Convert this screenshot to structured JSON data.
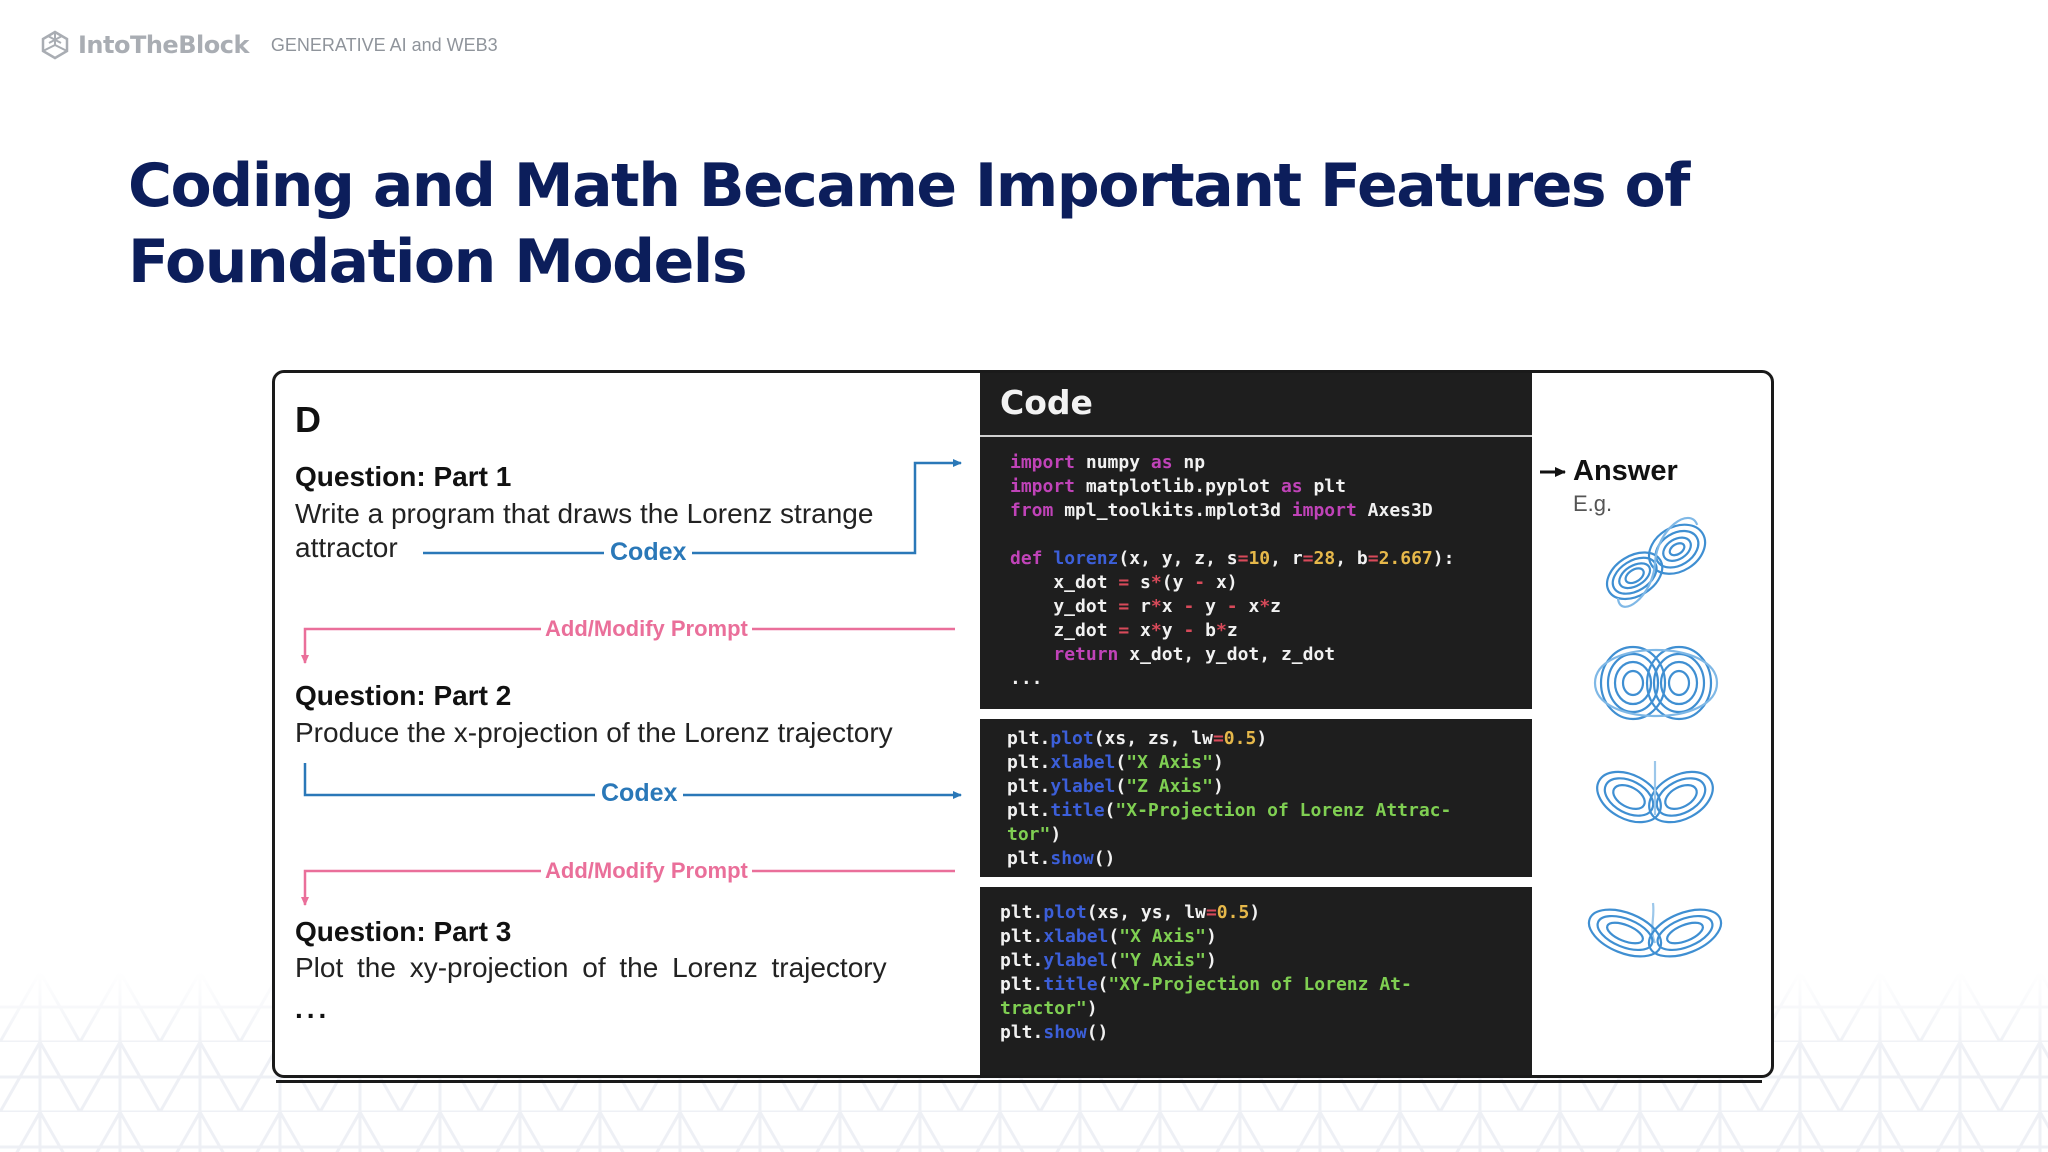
{
  "header": {
    "brand": "IntoTheBlock",
    "tagline": "GENERATIVE AI and WEB3",
    "logo_icon": "cube-hexagon-icon"
  },
  "slide": {
    "title": "Coding and Math Became Important Features of Foundation Models"
  },
  "figure": {
    "panel_label": "D",
    "questions": [
      {
        "heading": "Question: Part 1",
        "lines": [
          "Write a program that draws the Lorenz strange",
          "attractor"
        ]
      },
      {
        "heading": "Question: Part 2",
        "lines": [
          "Produce the x-projection of the Lorenz trajectory"
        ]
      },
      {
        "heading": "Question: Part 3",
        "lines": [
          "Plot the xy-projection of the Lorenz trajectory"
        ]
      }
    ],
    "ellipsis": "...",
    "codex_label": "Codex",
    "prompt_label": "Add/Modify Prompt",
    "code_header": "Code",
    "code_blocks": [
      [
        [
          [
            "import",
            "kw"
          ],
          [
            " numpy ",
            ""
          ],
          [
            "as",
            "kw"
          ],
          [
            " np",
            ""
          ]
        ],
        [
          [
            "import",
            "kw"
          ],
          [
            " matplotlib.pyplot ",
            ""
          ],
          [
            "as",
            "kw"
          ],
          [
            " plt",
            ""
          ]
        ],
        [
          [
            "from",
            "kw"
          ],
          [
            " mpl_toolkits.mplot3d ",
            ""
          ],
          [
            "import",
            "kw"
          ],
          [
            " Axes3D",
            ""
          ]
        ],
        [],
        [
          [
            "def",
            "kw"
          ],
          [
            " ",
            ""
          ],
          [
            "lorenz",
            "fn"
          ],
          [
            "(x, y, z, ",
            ""
          ],
          [
            "s",
            ""
          ],
          [
            "=",
            "op"
          ],
          [
            "10",
            "nm"
          ],
          [
            ", ",
            ""
          ],
          [
            "r",
            ""
          ],
          [
            "=",
            "op"
          ],
          [
            "28",
            "nm"
          ],
          [
            ", ",
            ""
          ],
          [
            "b",
            ""
          ],
          [
            "=",
            "op"
          ],
          [
            "2.667",
            "nm"
          ],
          [
            "):",
            ""
          ]
        ],
        [
          [
            "    x_dot ",
            ""
          ],
          [
            "=",
            "op"
          ],
          [
            " s",
            ""
          ],
          [
            "*",
            "op"
          ],
          [
            "(y ",
            ""
          ],
          [
            "-",
            "op"
          ],
          [
            " x)",
            ""
          ]
        ],
        [
          [
            "    y_dot ",
            ""
          ],
          [
            "=",
            "op"
          ],
          [
            " r",
            ""
          ],
          [
            "*",
            "op"
          ],
          [
            "x ",
            ""
          ],
          [
            "-",
            "op"
          ],
          [
            " y ",
            ""
          ],
          [
            "-",
            "op"
          ],
          [
            " x",
            ""
          ],
          [
            "*",
            "op"
          ],
          [
            "z",
            ""
          ]
        ],
        [
          [
            "    z_dot ",
            ""
          ],
          [
            "=",
            "op"
          ],
          [
            " x",
            ""
          ],
          [
            "*",
            "op"
          ],
          [
            "y ",
            ""
          ],
          [
            "-",
            "op"
          ],
          [
            " b",
            ""
          ],
          [
            "*",
            "op"
          ],
          [
            "z",
            ""
          ]
        ],
        [
          [
            "    ",
            ""
          ],
          [
            "return",
            "kw"
          ],
          [
            " x_dot, y_dot, z_dot",
            ""
          ]
        ],
        [
          [
            "...",
            ""
          ]
        ]
      ],
      [
        [
          [
            "plt.",
            ""
          ],
          [
            "plot",
            "fn"
          ],
          [
            "(xs, zs, ",
            ""
          ],
          [
            "lw",
            ""
          ],
          [
            "=",
            "op"
          ],
          [
            "0.5",
            "nm"
          ],
          [
            ")",
            ""
          ]
        ],
        [
          [
            "plt.",
            ""
          ],
          [
            "xlabel",
            "fn"
          ],
          [
            "(",
            ""
          ],
          [
            "\"X Axis\"",
            "st"
          ],
          [
            ")",
            ""
          ]
        ],
        [
          [
            "plt.",
            ""
          ],
          [
            "ylabel",
            "fn"
          ],
          [
            "(",
            ""
          ],
          [
            "\"Z Axis\"",
            "st"
          ],
          [
            ")",
            ""
          ]
        ],
        [
          [
            "plt.",
            ""
          ],
          [
            "title",
            "fn"
          ],
          [
            "(",
            ""
          ],
          [
            "\"X-Projection of Lorenz Attrac-",
            "st"
          ]
        ],
        [
          [
            "tor\"",
            "st"
          ],
          [
            ")",
            ""
          ]
        ],
        [
          [
            "plt.",
            ""
          ],
          [
            "show",
            "fn"
          ],
          [
            "()",
            ""
          ]
        ]
      ],
      [
        [
          [
            "plt.",
            ""
          ],
          [
            "plot",
            "fn"
          ],
          [
            "(xs, ys, ",
            ""
          ],
          [
            "lw",
            ""
          ],
          [
            "=",
            "op"
          ],
          [
            "0.5",
            "nm"
          ],
          [
            ")",
            ""
          ]
        ],
        [
          [
            "plt.",
            ""
          ],
          [
            "xlabel",
            "fn"
          ],
          [
            "(",
            ""
          ],
          [
            "\"X Axis\"",
            "st"
          ],
          [
            ")",
            ""
          ]
        ],
        [
          [
            "plt.",
            ""
          ],
          [
            "ylabel",
            "fn"
          ],
          [
            "(",
            ""
          ],
          [
            "\"Y Axis\"",
            "st"
          ],
          [
            ")",
            ""
          ]
        ],
        [
          [
            "plt.",
            ""
          ],
          [
            "title",
            "fn"
          ],
          [
            "(",
            ""
          ],
          [
            "\"XY-Projection of Lorenz At-",
            "st"
          ]
        ],
        [
          [
            "tractor\"",
            "st"
          ],
          [
            ")",
            ""
          ]
        ],
        [
          [
            "plt.",
            ""
          ],
          [
            "show",
            "fn"
          ],
          [
            "()",
            ""
          ]
        ]
      ]
    ],
    "answer_label": "Answer",
    "answer_example": "E.g.",
    "answer_images": [
      "lorenz-3d-icon",
      "lorenz-xz-icon",
      "lorenz-butterfly-icon",
      "lorenz-butterfly-icon"
    ],
    "colors": {
      "codex_arrow": "#2a78b8",
      "prompt_arrow": "#ea6f9a",
      "code_bg": "#1e1e1e",
      "attractor": "#3f8fd2",
      "title": "#0c1e5b"
    }
  }
}
